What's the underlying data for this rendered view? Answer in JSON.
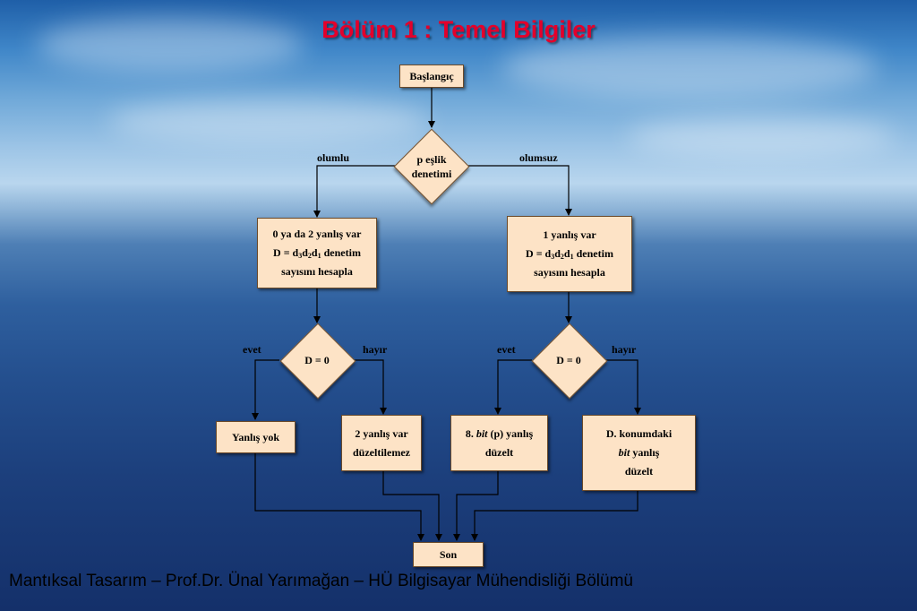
{
  "title": "Bölüm 1 : Temel Bilgiler",
  "nodes": {
    "start": "Başlangıç",
    "parity_check": {
      "line1": "p eşlik",
      "line2": "denetimi"
    },
    "left_block": {
      "line1": "0 ya da 2 yanlış var",
      "line2_prefix": "D = d",
      "line2_suffix": " denetim",
      "line3": "sayısını hesapla"
    },
    "right_block": {
      "line1": "1 yanlış var",
      "line2_prefix": "D = d",
      "line2_suffix": " denetim",
      "line3": "sayısını hesapla"
    },
    "left_decision": "D = 0",
    "right_decision": "D = 0",
    "no_error": "Yanlış yok",
    "two_errors": {
      "line1": "2 yanlış var",
      "line2": "düzeltilemez"
    },
    "fix_parity": {
      "line1_prefix": "8. ",
      "line1_italic": "bit",
      "line1_suffix": " (p) yanlış",
      "line2": "düzelt"
    },
    "fix_position": {
      "line1": "D. konumdaki",
      "line2_italic": "bit",
      "line2_suffix": " yanlış",
      "line3": "düzelt"
    },
    "end": "Son"
  },
  "subscripts": {
    "s3": "3",
    "s2": "2",
    "s1": "1"
  },
  "edge_labels": {
    "positive": "olumlu",
    "negative": "olumsuz",
    "yes_left": "evet",
    "no_left": "hayır",
    "yes_right": "evet",
    "no_right": "hayır"
  },
  "footer": "Mantıksal Tasarım – Prof.Dr. Ünal Yarımağan – HÜ Bilgisayar Mühendisliği Bölümü"
}
